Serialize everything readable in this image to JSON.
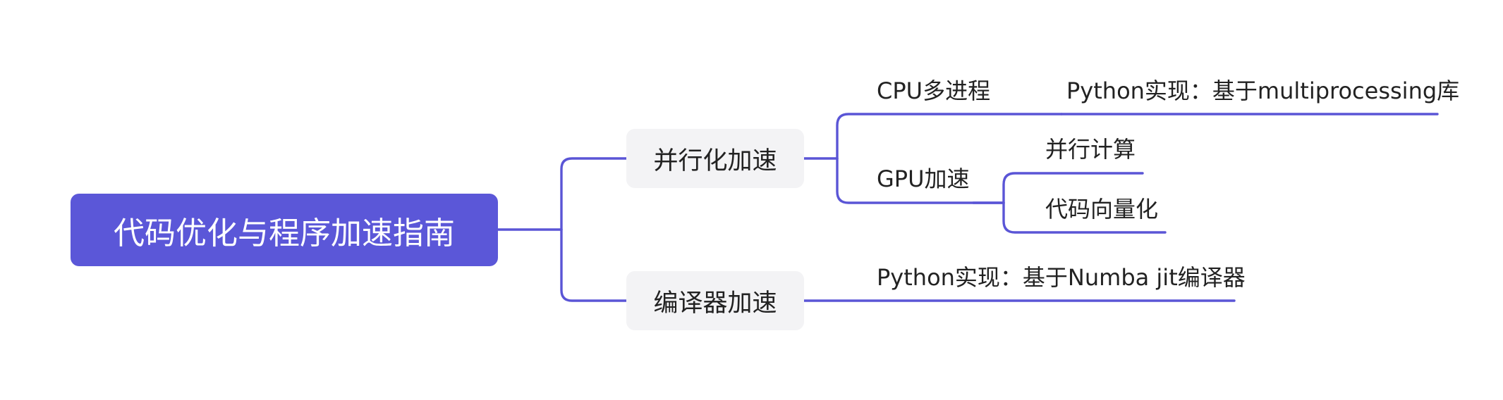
{
  "mindmap": {
    "root": {
      "label": "代码优化与程序加速指南"
    },
    "branches": [
      {
        "label": "并行化加速",
        "children": [
          {
            "label": "CPU多进程",
            "children": [
              {
                "label": "Python实现：基于multiprocessing库"
              }
            ]
          },
          {
            "label": "GPU加速",
            "children": [
              {
                "label": "并行计算"
              },
              {
                "label": "代码向量化"
              }
            ]
          }
        ]
      },
      {
        "label": "编译器加速",
        "children": [
          {
            "label": "Python实现：基于Numba jit编译器"
          }
        ]
      }
    ],
    "colors": {
      "root_fill": "#5b57d8",
      "connector": "#5a55d6",
      "branch_fill": "#f3f3f5",
      "text_dark": "#222222",
      "text_light": "#ffffff"
    }
  }
}
